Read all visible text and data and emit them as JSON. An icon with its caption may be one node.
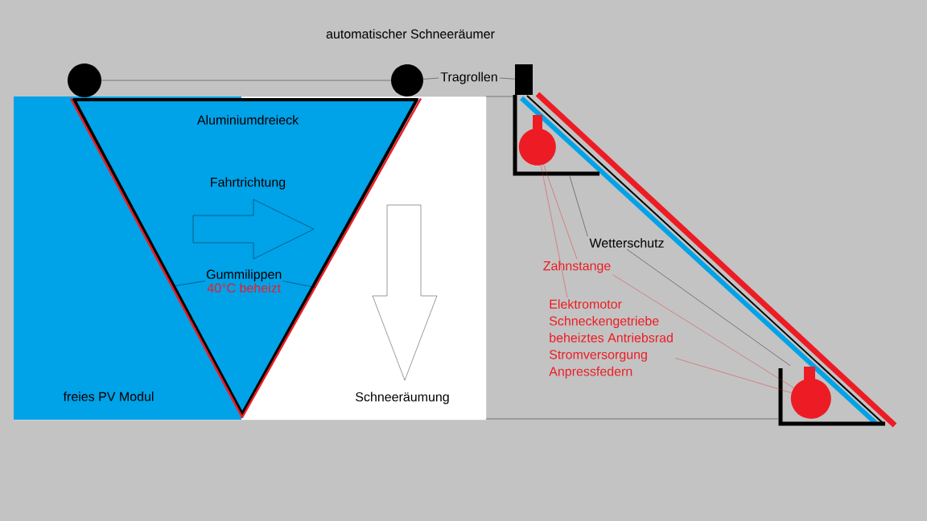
{
  "diagram": {
    "title": "automatischer Schneeräumer",
    "nodes": [
      {
        "text": [],
        "shape": "circle"
      },
      {
        "text": [],
        "shape": "circle"
      },
      {
        "text": [
          "Tragrollen"
        ]
      },
      {
        "text": [],
        "shape": "box"
      },
      {
        "text": [
          "freies PV Modul",
          "Schneeräumung"
        ]
      },
      {
        "text": [
          "Aluminiumdreieck"
        ],
        "in": 4
      },
      {
        "text": [
          "Gummilippen",
          "40°C beheizt"
        ],
        "in": 5
      },
      {
        "text": [],
        "shape": "bracket"
      },
      {
        "text": [],
        "shape": "circle",
        "in": 7
      },
      {
        "text": [],
        "shape": "bracket"
      },
      {
        "text": [],
        "shape": "circle",
        "in": 9
      },
      {
        "text": [
          "Wetterschutz"
        ]
      },
      {
        "text": [
          "Zahnstange"
        ]
      },
      {
        "text": [
          "Elektromotor",
          "Schneckengetriebe",
          "beheiztes Antriebsrad",
          "Stromversorgung",
          "Anpressfedern"
        ]
      }
    ],
    "edges": [
      {
        "from": 0,
        "to": 1,
        "arrow": "none"
      },
      {
        "from": 2,
        "to": 1,
        "arrow": "none"
      },
      {
        "from": 2,
        "to": 3,
        "arrow": "none"
      },
      {
        "from": 11,
        "to": 7,
        "arrow": "none"
      },
      {
        "from": 11,
        "to": 9,
        "arrow": "none"
      },
      {
        "from": 12,
        "to": 8,
        "arrow": "none",
        "color": "#ed1c24"
      },
      {
        "from": 12,
        "to": 10,
        "arrow": "none",
        "color": "#ed1c24"
      },
      {
        "from": 13,
        "to": 8,
        "arrow": "none",
        "color": "#ed1c24"
      },
      {
        "from": 13,
        "to": 10,
        "arrow": "none",
        "color": "#ed1c24"
      },
      {
        "from": 6,
        "to": 5,
        "arrow": "none"
      },
      {
        "from": 6,
        "to": 5,
        "arrow": "none"
      }
    ],
    "labels": [
      "Fahrtrichtung"
    ]
  }
}
